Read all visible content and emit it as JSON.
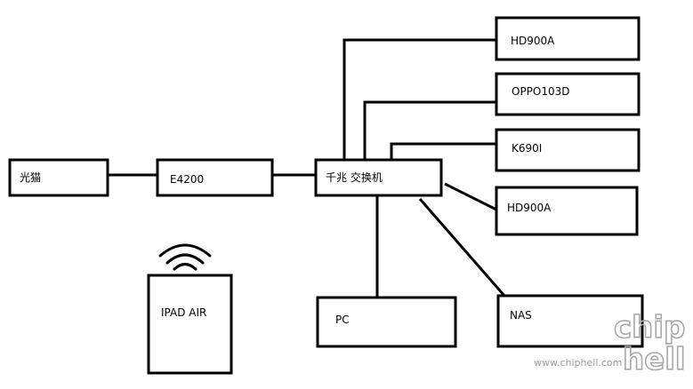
{
  "nodes": {
    "modem": "光猫",
    "router": "E4200",
    "switch": "千兆  交换机",
    "hd900a_top": "HD900A",
    "oppo": "OPPO103D",
    "k690i": "K690I",
    "hd900a_mid": "HD900A",
    "pc": "PC",
    "nas": "NAS",
    "ipad": "IPAD AIR"
  },
  "watermark": {
    "site": "www.chiphell.com",
    "logo_line1": "chip",
    "logo_line2": "hell"
  }
}
